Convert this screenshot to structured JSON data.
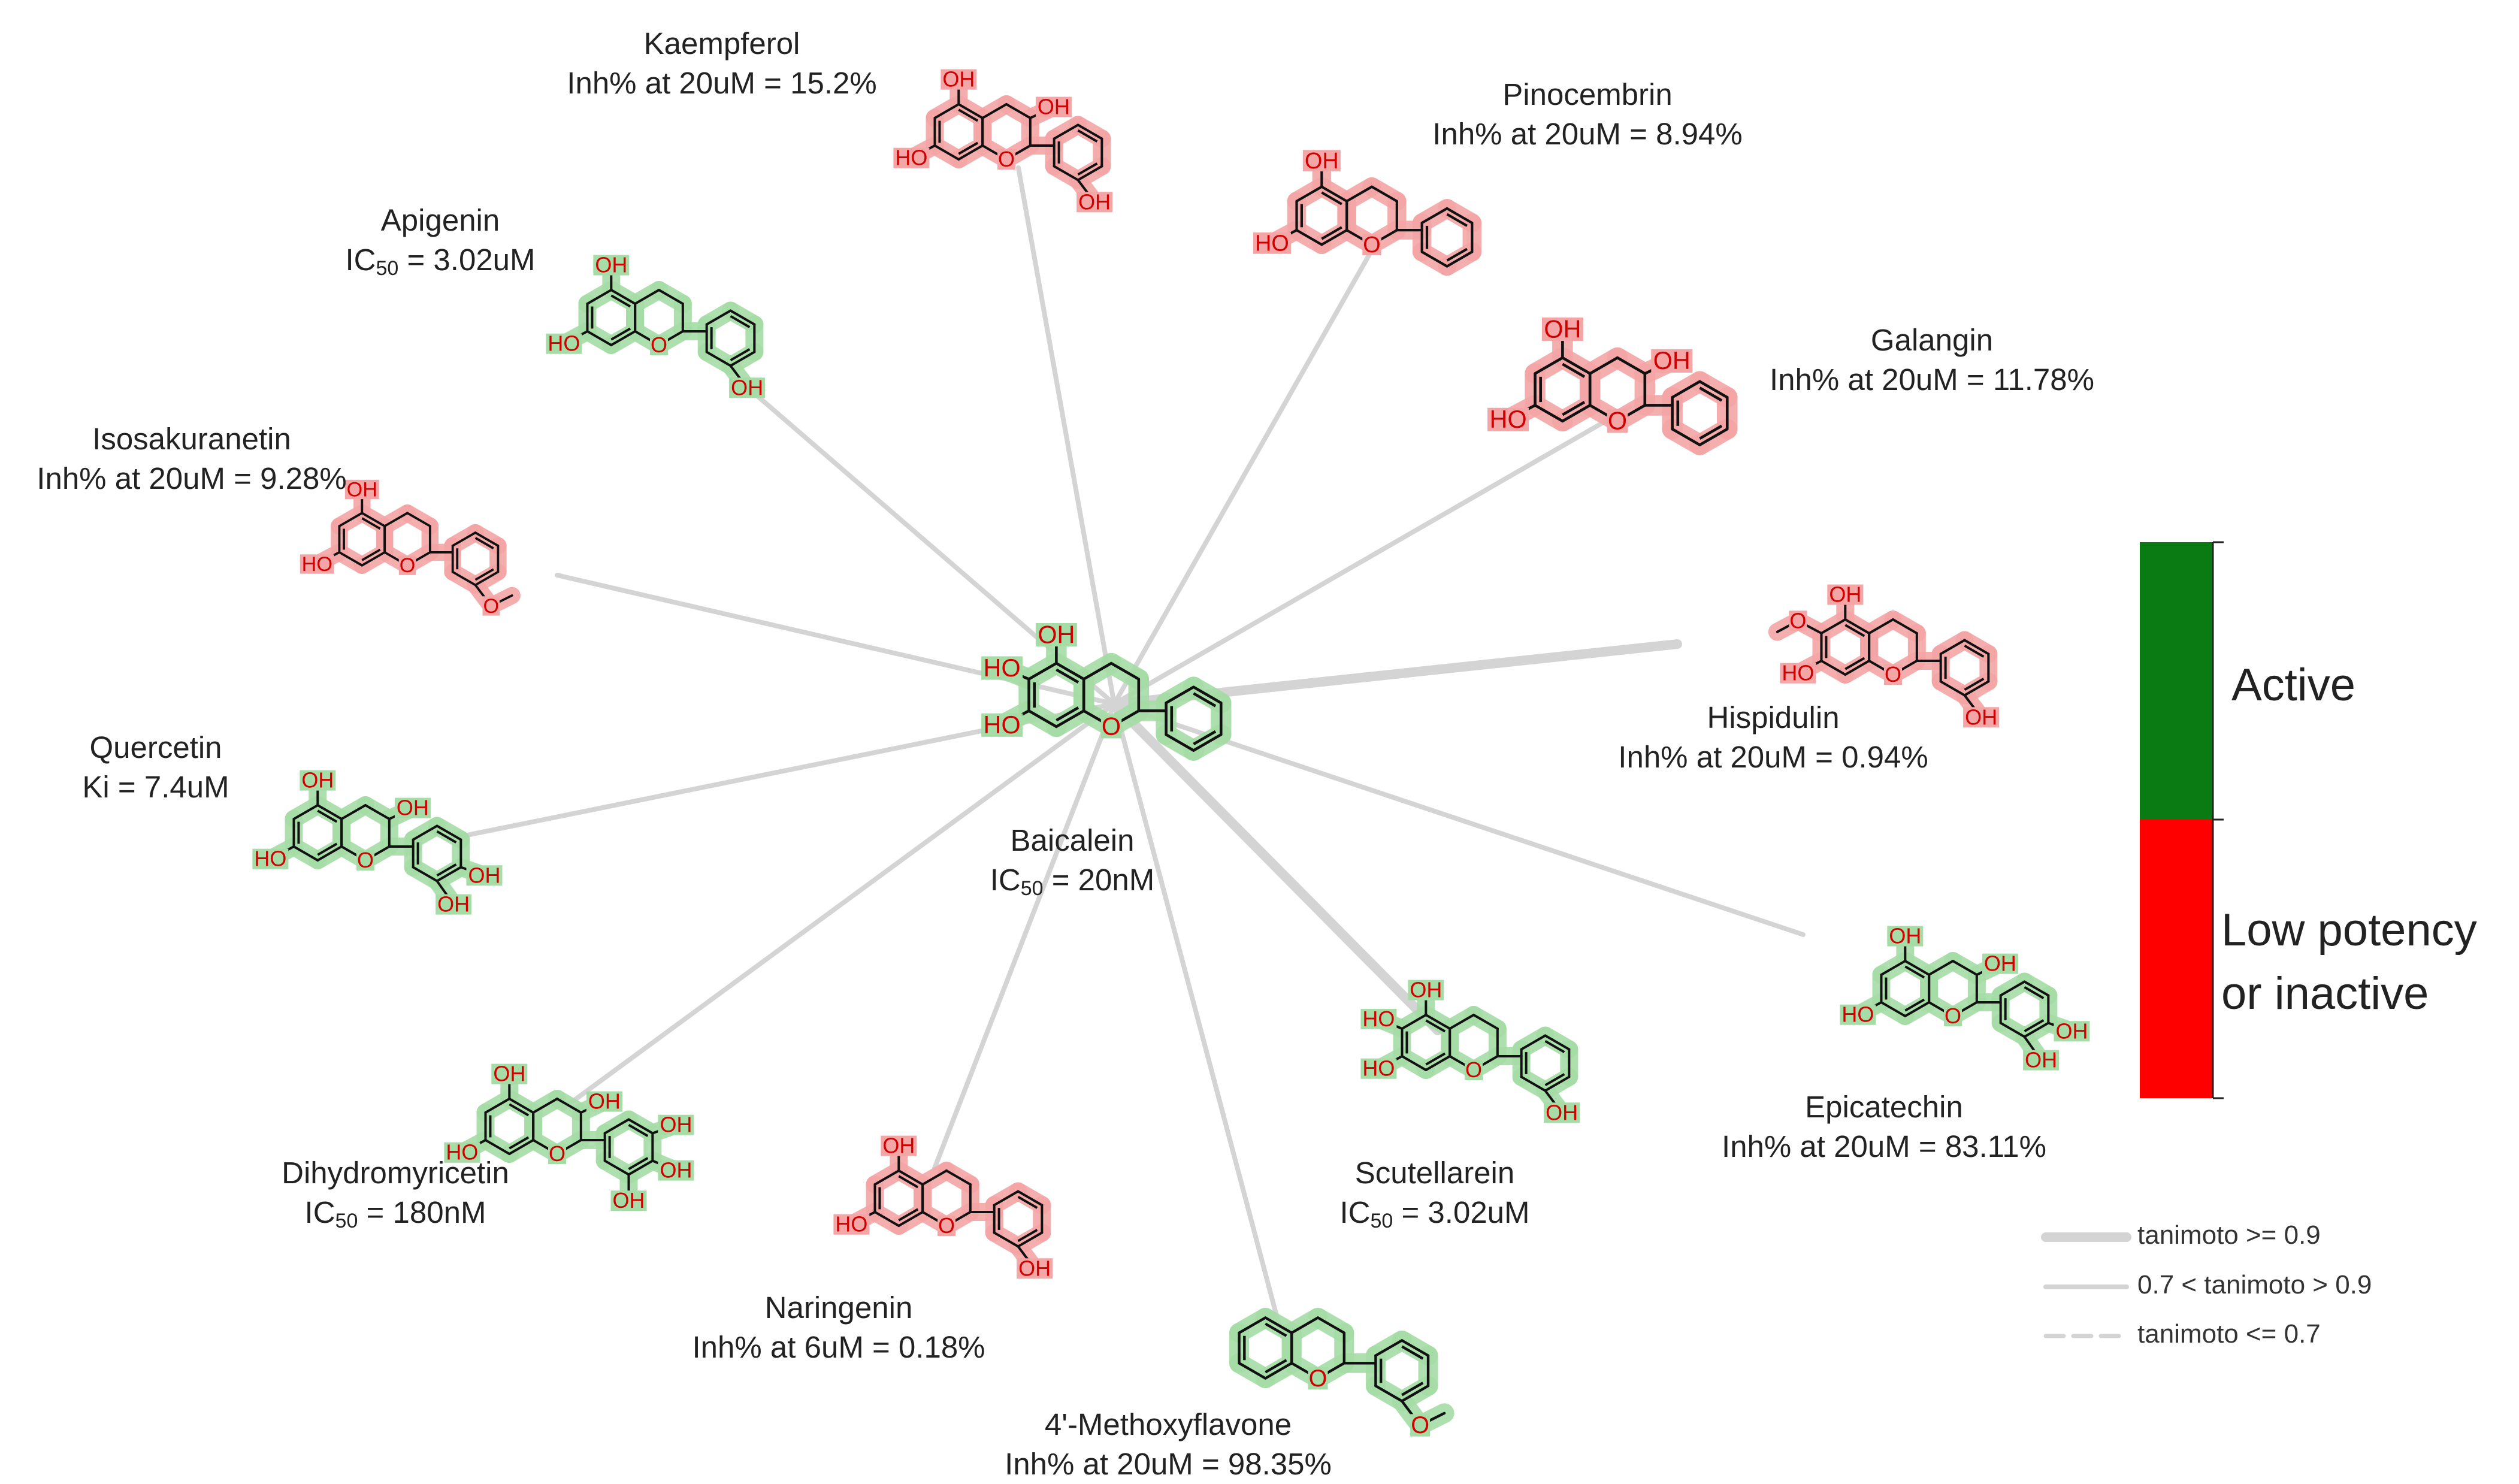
{
  "center": {
    "name": "Baicalein",
    "activity": "IC50 = 20nM",
    "status": "active"
  },
  "compounds": [
    {
      "id": "kaempferol",
      "name": "Kaempferol",
      "activity": "Inh% at 20uM = 15.2%",
      "status": "inactive",
      "edge": "mid"
    },
    {
      "id": "pinocembrin",
      "name": "Pinocembrin",
      "activity": "Inh% at 20uM = 8.94%",
      "status": "inactive",
      "edge": "mid"
    },
    {
      "id": "apigenin",
      "name": "Apigenin",
      "activity": "IC50 = 3.02uM",
      "status": "active",
      "edge": "mid"
    },
    {
      "id": "galangin",
      "name": "Galangin",
      "activity": "Inh% at 20uM = 11.78%",
      "status": "inactive",
      "edge": "mid"
    },
    {
      "id": "isosakuranetin",
      "name": "Isosakuranetin",
      "activity": "Inh% at 20uM = 9.28%",
      "status": "inactive",
      "edge": "mid"
    },
    {
      "id": "hispidulin",
      "name": "Hispidulin",
      "activity": "Inh% at 20uM = 0.94%",
      "status": "inactive",
      "edge": "thick"
    },
    {
      "id": "quercetin",
      "name": "Quercetin",
      "activity": "Ki = 7.4uM",
      "status": "active",
      "edge": "mid"
    },
    {
      "id": "epicatechin",
      "name": "Epicatechin",
      "activity": "Inh% at 20uM = 83.11%",
      "status": "active",
      "edge": "mid"
    },
    {
      "id": "dihydromyricetin",
      "name": "Dihydromyricetin",
      "activity": "IC50 = 180nM",
      "status": "active",
      "edge": "mid"
    },
    {
      "id": "scutellarein",
      "name": "Scutellarein",
      "activity": "IC50 = 3.02uM",
      "status": "active",
      "edge": "thick"
    },
    {
      "id": "naringenin",
      "name": "Naringenin",
      "activity": "Inh% at 6uM = 0.18%",
      "status": "inactive",
      "edge": "mid"
    },
    {
      "id": "methoxyflavone",
      "name": "4'-Methoxyflavone",
      "activity": "Inh% at 20uM = 98.35%",
      "status": "active",
      "edge": "mid"
    }
  ],
  "color_legend": {
    "active_label": "Active",
    "inactive_label": "Low potency or inactive",
    "active_color": "#0a7a12",
    "inactive_color": "#ff0000"
  },
  "edge_legend": [
    {
      "style": "thick",
      "label": "tanimoto >= 0.9"
    },
    {
      "style": "mid",
      "label": "0.7 < tanimoto > 0.9"
    },
    {
      "style": "dashed",
      "label": "tanimoto <= 0.7"
    }
  ],
  "colors": {
    "edge": "#d4d4d4",
    "active_halo": "#a6dca6",
    "inactive_halo": "#f4a6a6"
  },
  "atom_labels": {
    "hydroxyl": "OH",
    "oxygen": "O",
    "hydroxyl_left": "HO"
  }
}
